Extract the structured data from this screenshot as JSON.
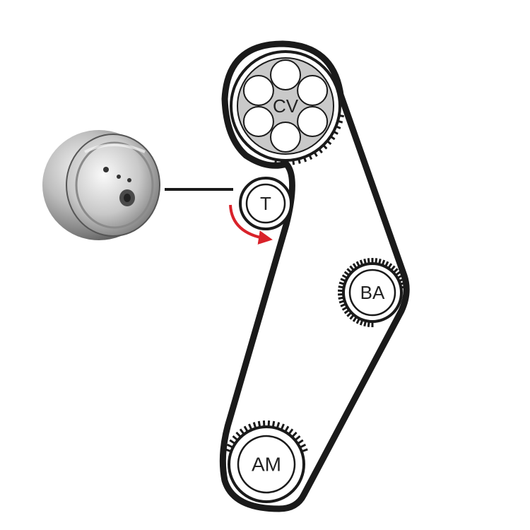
{
  "diagram": {
    "labels": {
      "camshaft": "CV",
      "tensioner": "T",
      "balance_shaft": "BA",
      "crankshaft": "AM"
    },
    "colors": {
      "belt": "#1a1a1a",
      "rotation_arrow": "#d9222a",
      "pulley_fill": "#ffffff",
      "pulley_stroke": "#1a1a1a",
      "cam_hub": "#c9c9c9",
      "background": "#ffffff"
    },
    "icons": {
      "rotation_arrow": "curved-arrow-icon",
      "tensioner_photo": "tensioner-roller-icon"
    }
  }
}
